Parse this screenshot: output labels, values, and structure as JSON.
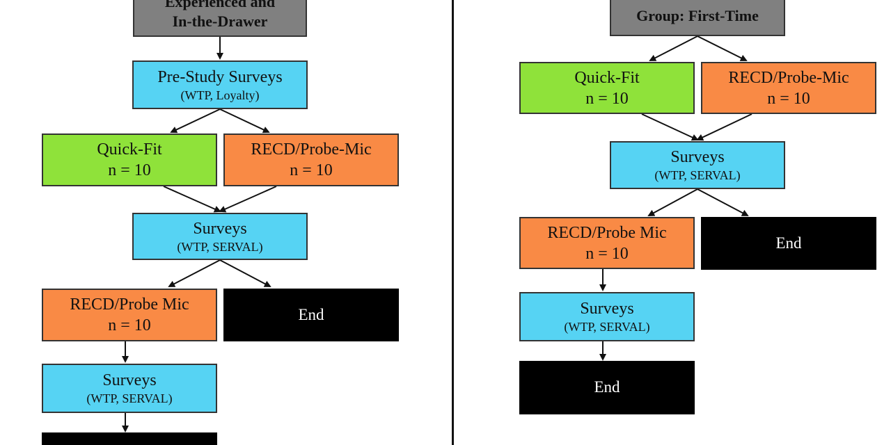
{
  "left": {
    "header": {
      "line1": "Experienced and",
      "line2": "In-the-Drawer",
      "color": "#808080"
    },
    "pre_study": {
      "line1": "Pre-Study Surveys",
      "line2": "(WTP, Loyalty)"
    },
    "quick_fit": {
      "line1": "Quick-Fit",
      "line2": "n = 10"
    },
    "recd_probe": {
      "line1": "RECD/Probe-Mic",
      "line2": "n = 10"
    },
    "surveys_1": {
      "line1": "Surveys",
      "line2": "(WTP, SERVAL)"
    },
    "recd_probe_2": {
      "line1": "RECD/Probe Mic",
      "line2": "n = 10"
    },
    "end_1": {
      "label": "End"
    },
    "surveys_2": {
      "line1": "Surveys",
      "line2": "(WTP, SERVAL)"
    }
  },
  "right": {
    "header": {
      "line1": "Group: First-Time",
      "color": "#808080"
    },
    "quick_fit": {
      "line1": "Quick-Fit",
      "line2": "n = 10"
    },
    "recd_probe": {
      "line1": "RECD/Probe-Mic",
      "line2": "n = 10"
    },
    "surveys_1": {
      "line1": "Surveys",
      "line2": "(WTP, SERVAL)"
    },
    "recd_probe_2": {
      "line1": "RECD/Probe Mic",
      "line2": "n = 10"
    },
    "end_1": {
      "label": "End"
    },
    "surveys_2": {
      "line1": "Surveys",
      "line2": "(WTP, SERVAL)"
    },
    "end_2": {
      "label": "End"
    }
  },
  "colors": {
    "header": "#808080",
    "survey": "#56d3f3",
    "quick_fit": "#8fe23a",
    "recd": "#f98a45",
    "end": "#000000"
  }
}
